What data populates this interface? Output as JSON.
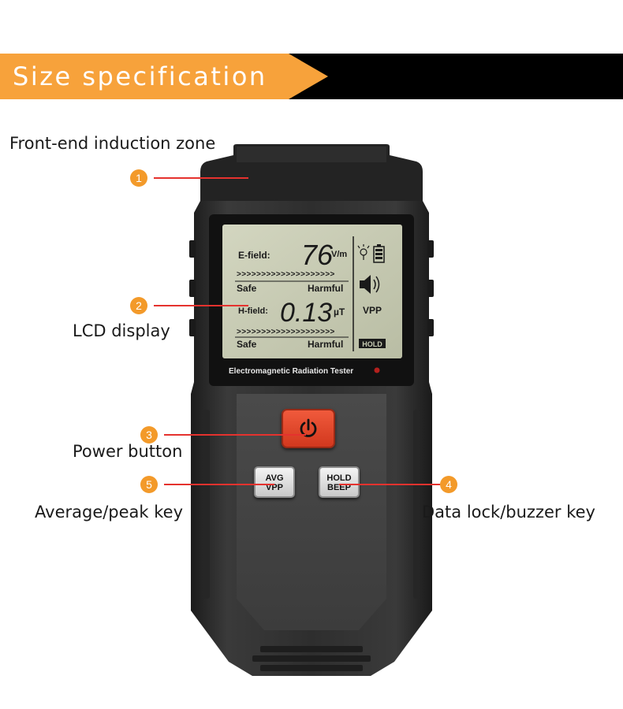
{
  "banner": {
    "title": "Size specification",
    "colors": {
      "accent": "#f7a23b",
      "background": "#000000"
    }
  },
  "device": {
    "model_text": "Electromagnetic Radiation Tester",
    "lcd": {
      "e_field_label": "E-field:",
      "e_field_value": "76",
      "e_field_unit": "V/m",
      "h_field_label": "H-field:",
      "h_field_value": "0.13",
      "h_field_unit": "µT",
      "scale_arrows": ">>>>>>>>>>>>>>>>>>>>",
      "safe_label": "Safe",
      "harmful_label": "Harmful",
      "mode_label": "VPP",
      "hold_badge": "HOLD",
      "icons": [
        "backlight-icon",
        "battery-icon",
        "speaker-icon"
      ]
    },
    "keys": {
      "avg_top": "AVG",
      "avg_bottom": "VPP",
      "hold_top": "HOLD",
      "hold_bottom": "BEEP",
      "power_icon": "power-icon"
    }
  },
  "annotations": [
    {
      "number": "1",
      "label": "Front-end induction zone"
    },
    {
      "number": "2",
      "label": "LCD display"
    },
    {
      "number": "3",
      "label": "Power button"
    },
    {
      "number": "4",
      "label": "Data lock/buzzer key"
    },
    {
      "number": "5",
      "label": "Average/peak key"
    }
  ],
  "colors": {
    "badge": "#f39a2a",
    "leader": "#e5322e",
    "lcd_background": "#c9cdb4",
    "body": "#2b2b2b"
  }
}
